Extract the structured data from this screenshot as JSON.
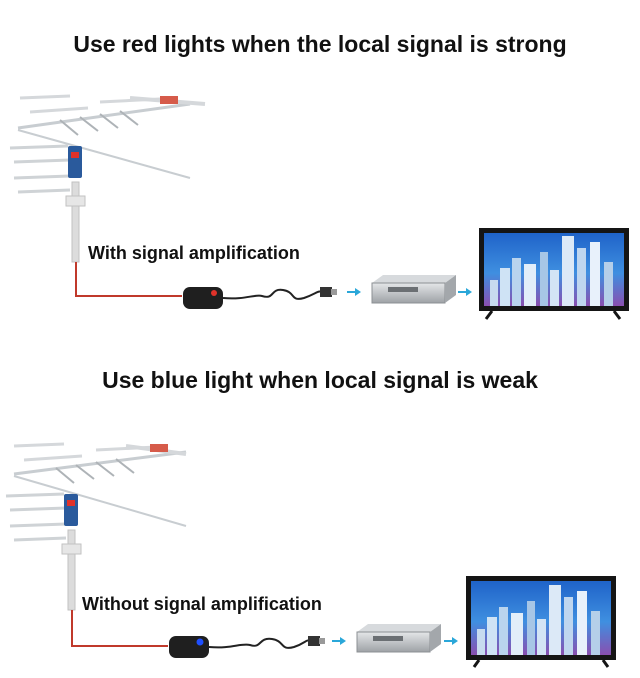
{
  "headings": {
    "strong": "Use red lights when the local signal is strong",
    "weak": "Use blue light when local signal is weak"
  },
  "labels": {
    "with_amp": "With signal amplification",
    "without_amp": "Without signal amplification"
  },
  "colors": {
    "cable_red": "#c0392b",
    "indicator_red": "#e0322a",
    "indicator_blue": "#1f4fff",
    "arrow": "#2aa7d9",
    "mast": "#dcdcdc",
    "antenna_element": "#cfd3d6",
    "amplifier_body": "#2a5a9c",
    "tv_frame": "#151515",
    "receiver": "#b9bcbf"
  },
  "icons": [
    "antenna-icon",
    "amplifier-icon",
    "usb-cable-icon",
    "arrow-right-icon",
    "receiver-box-icon",
    "tv-icon"
  ]
}
